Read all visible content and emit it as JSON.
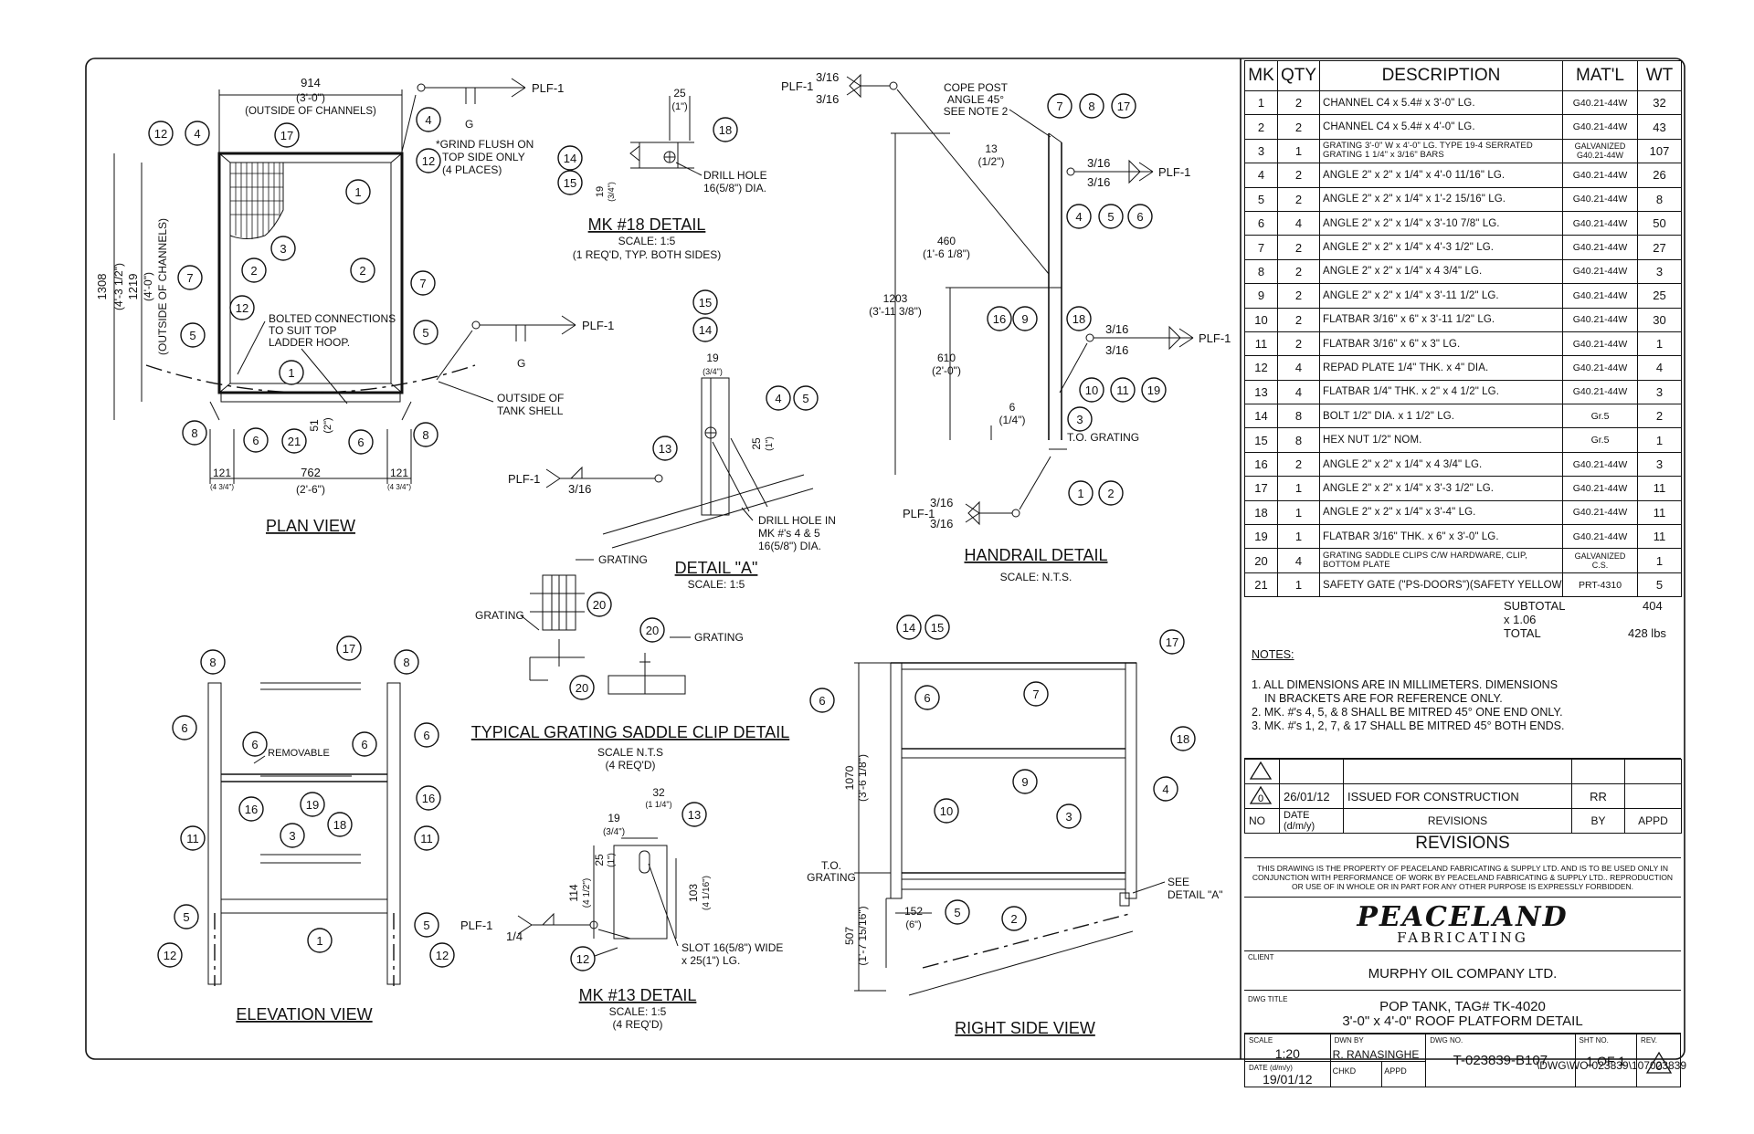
{
  "views": {
    "plan": "PLAN VIEW",
    "mk18_title": "MK #18 DETAIL",
    "mk18_scale": "SCALE: 1:5",
    "mk18_note": "(1 REQ'D, TYP. BOTH SIDES)",
    "detail_a_title": "DETAIL \"A\"",
    "detail_a_scale": "SCALE: 1:5",
    "handrail_title": "HANDRAIL DETAIL",
    "handrail_scale": "SCALE: N.T.S.",
    "elevation": "ELEVATION VIEW",
    "saddle_title": "TYPICAL GRATING SADDLE CLIP DETAIL",
    "saddle_scale": "SCALE  N.T.S",
    "saddle_req": "(4 REQ'D)",
    "mk13_title": "MK #13 DETAIL",
    "mk13_scale": "SCALE: 1:5",
    "mk13_req": "(4 REQ'D)",
    "right_side": "RIGHT SIDE VIEW"
  },
  "annotations": {
    "plf": "PLF-1",
    "w316": "3/16",
    "w14": "1/4",
    "g": "G",
    "grind": [
      "*GRIND FLUSH ON",
      "TOP SIDE ONLY",
      "(4 PLACES)"
    ],
    "outside_channels": "(OUTSIDE OF CHANNELS)",
    "bolted": [
      "BOLTED CONNECTIONS",
      "TO SUIT TOP",
      "LADDER HOOP."
    ],
    "tank_shell": [
      "OUTSIDE OF",
      "TANK SHELL"
    ],
    "drill_hole": [
      "DRILL HOLE",
      "16(5/8\") DIA."
    ],
    "drill_hole_mk": [
      "DRILL HOLE IN",
      "MK #'s 4 & 5",
      "16(5/8\") DIA."
    ],
    "cope_post": [
      "COPE POST",
      "ANGLE 45°",
      "SEE NOTE 2"
    ],
    "to_grating": "T.O. GRATING",
    "to_grating2": [
      "T.O.",
      "GRATING"
    ],
    "grating": "GRATING",
    "removable": "REMOVABLE",
    "slot": [
      "SLOT 16(5/8\") WIDE",
      "x 25(1\") LG."
    ],
    "see_detail": [
      "SEE",
      "DETAIL \"A\""
    ]
  },
  "dims": {
    "w914": "914",
    "w914b": "(3'-0\")",
    "h1308": "1308",
    "h1308b": "(4'-3 1/2\")",
    "h1219": "1219",
    "h1219b": "(4'-0\")",
    "d51": "51",
    "d51b": "(2\")",
    "d121": "121",
    "d121b": "(4 3/4\")",
    "d762": "762",
    "d762b": "(2'-6\")",
    "d25": "25",
    "d25b": "(1\")",
    "d19": "19",
    "d19b": "(3/4\")",
    "d13": "13",
    "d13b": "(1/2\")",
    "d460": "460",
    "d460b": "(1'-6 1/8\")",
    "d1203": "1203",
    "d1203b": "(3'-11 3/8\")",
    "d610": "610",
    "d610b": "(2'-0\")",
    "d6": "6",
    "d6b": "(1/4\")",
    "d32": "32",
    "d32b": "(1 1/4\")",
    "d114": "114",
    "d114b": "(4 1/2\")",
    "d103": "103",
    "d103b": "(4 1/16\")",
    "d1070": "1070",
    "d1070b": "(3'-6 1/8\")",
    "d507": "507",
    "d507b": "(1'-7 15/16\")",
    "d152": "152",
    "d152b": "(6\")"
  },
  "bom": {
    "headers": [
      "MK",
      "QTY",
      "DESCRIPTION",
      "MAT'L",
      "WT"
    ],
    "rows": [
      [
        "1",
        "2",
        "CHANNEL C4 x 5.4# x 3'-0\" LG.",
        "G40.21-44W",
        "32"
      ],
      [
        "2",
        "2",
        "CHANNEL C4 x 5.4# x 4'-0\" LG.",
        "G40.21-44W",
        "43"
      ],
      [
        "3",
        "1",
        "GRATING 3'-0\" W x 4'-0\" LG. TYPE 19-4 SERRATED GRATING 1 1/4\" x 3/16\" BARS",
        "GALVANIZED G40.21-44W",
        "107"
      ],
      [
        "4",
        "2",
        "ANGLE 2\" x 2\" x 1/4\" x 4'-0 11/16\" LG.",
        "G40.21-44W",
        "26"
      ],
      [
        "5",
        "2",
        "ANGLE 2\" x 2\" x 1/4\" x 1'-2 15/16\" LG.",
        "G40.21-44W",
        "8"
      ],
      [
        "6",
        "4",
        "ANGLE 2\" x 2\" x 1/4\" x 3'-10 7/8\" LG.",
        "G40.21-44W",
        "50"
      ],
      [
        "7",
        "2",
        "ANGLE 2\" x 2\" x 1/4\" x 4'-3 1/2\" LG.",
        "G40.21-44W",
        "27"
      ],
      [
        "8",
        "2",
        "ANGLE 2\" x 2\" x 1/4\" x 4 3/4\" LG.",
        "G40.21-44W",
        "3"
      ],
      [
        "9",
        "2",
        "ANGLE 2\" x 2\" x 1/4\" x 3'-11 1/2\" LG.",
        "G40.21-44W",
        "25"
      ],
      [
        "10",
        "2",
        "FLATBAR 3/16\" x 6\" x 3'-11 1/2\" LG.",
        "G40.21-44W",
        "30"
      ],
      [
        "11",
        "2",
        "FLATBAR 3/16\" x 6\" x 3\" LG.",
        "G40.21-44W",
        "1"
      ],
      [
        "12",
        "4",
        "REPAD PLATE 1/4\" THK. x 4\" DIA.",
        "G40.21-44W",
        "4"
      ],
      [
        "13",
        "4",
        "FLATBAR 1/4\" THK. x 2\" x 4 1/2\" LG.",
        "G40.21-44W",
        "3"
      ],
      [
        "14",
        "8",
        "BOLT 1/2\" DIA. x 1 1/2\" LG.",
        "Gr.5",
        "2"
      ],
      [
        "15",
        "8",
        "HEX NUT 1/2\" NOM.",
        "Gr.5",
        "1"
      ],
      [
        "16",
        "2",
        "ANGLE 2\" x 2\" x 1/4\" x 4 3/4\" LG.",
        "G40.21-44W",
        "3"
      ],
      [
        "17",
        "1",
        "ANGLE 2\" x 2\" x 1/4\" x 3'-3 1/2\" LG.",
        "G40.21-44W",
        "11"
      ],
      [
        "18",
        "1",
        "ANGLE 2\" x 2\" x 1/4\" x 3'-4\" LG.",
        "G40.21-44W",
        "11"
      ],
      [
        "19",
        "1",
        "FLATBAR 3/16\" THK. x 6\" x 3'-0\" LG.",
        "G40.21-44W",
        "11"
      ],
      [
        "20",
        "4",
        "GRATING SADDLE CLIPS C/W HARDWARE, CLIP, BOTTOM PLATE",
        "GALVANIZED C.S.",
        "1"
      ],
      [
        "21",
        "1",
        "SAFETY GATE (\"PS-DOORS\")(SAFETY YELLOW)",
        "PRT-4310",
        "5"
      ]
    ],
    "subtotal_label": "SUBTOTAL",
    "subtotal": "404",
    "factor": "x 1.06",
    "total_label": "TOTAL",
    "total": "428 lbs"
  },
  "notes": {
    "heading": "NOTES:",
    "items": [
      "1. ALL DIMENSIONS ARE IN MILLIMETERS. DIMENSIONS",
      "    IN BRACKETS ARE FOR REFERENCE ONLY.",
      "2. MK. #'s 4, 5, & 8 SHALL BE MITRED 45° ONE END ONLY.",
      "3. MK. #'s 1, 2, 7, & 17 SHALL BE MITRED 45° BOTH ENDS."
    ]
  },
  "revisions": {
    "rev": "0",
    "date": "26/01/12",
    "desc": "ISSUED FOR CONSTRUCTION",
    "by": "RR",
    "hdr_no": "NO",
    "hdr_date": "DATE (d/m/y)",
    "hdr_rev": "REVISIONS",
    "hdr_by": "BY",
    "hdr_appd": "APPD",
    "title": "REVISIONS"
  },
  "property_notice": "THIS DRAWING IS THE PROPERTY OF PEACELAND FABRICATING & SUPPLY LTD. AND IS TO BE USED ONLY IN CONJUNCTION WITH PERFORMANCE OF WORK BY PEACELAND FABRICATING & SUPPLY LTD.. REPRODUCTION OR USE OF IN WHOLE OR IN PART FOR ANY OTHER PURPOSE IS EXPRESSLY FORBIDDEN.",
  "company": {
    "name": "PEACELAND",
    "sub": "FABRICATING"
  },
  "title_block": {
    "client_label": "CLIENT",
    "client": "MURPHY OIL COMPANY LTD.",
    "dwg_title_label": "DWG TITLE",
    "title1": "POP TANK, TAG# TK-4020",
    "title2": "3'-0\" x 4'-0\" ROOF PLATFORM DETAIL",
    "scale_label": "SCALE",
    "scale": "1:20",
    "dwn_label": "DWN BY",
    "dwn": "R. RANASINGHE",
    "dwgno_label": "DWG NO.",
    "dwgno": "T-023839-B107",
    "sht_label": "SHT NO.",
    "sht": "1 OF 1",
    "rev_label": "REV.",
    "rev": "0",
    "date_label": "DATE (d/m/y)",
    "date": "19/01/12",
    "chkd_label": "CHKD",
    "appd_label": "APPD",
    "path": "\\DWG\\WO-023839\\107023839"
  },
  "callouts": {
    "plan": [
      "12",
      "4",
      "17",
      "4",
      "12",
      "1",
      "3",
      "7",
      "2",
      "2",
      "7",
      "12",
      "5",
      "5",
      "1",
      "8",
      "6",
      "21",
      "6",
      "8"
    ],
    "mk18": [
      "18",
      "14",
      "15"
    ],
    "detail_a": [
      "15",
      "14",
      "4",
      "5",
      "13"
    ],
    "handrail": [
      "7",
      "8",
      "17",
      "4",
      "5",
      "6",
      "18",
      "16",
      "9",
      "10",
      "11",
      "19",
      "3",
      "1",
      "2"
    ],
    "saddle": [
      "20",
      "20",
      "20"
    ],
    "elevation": [
      "17",
      "8",
      "8",
      "6",
      "6",
      "6",
      "6",
      "16",
      "16",
      "19",
      "18",
      "3",
      "11",
      "11",
      "5",
      "5",
      "1",
      "12",
      "12"
    ],
    "mk13": [
      "13",
      "12"
    ],
    "right": [
      "14",
      "15",
      "17",
      "6",
      "6",
      "7",
      "18",
      "9",
      "4",
      "10",
      "3",
      "5",
      "2"
    ]
  }
}
